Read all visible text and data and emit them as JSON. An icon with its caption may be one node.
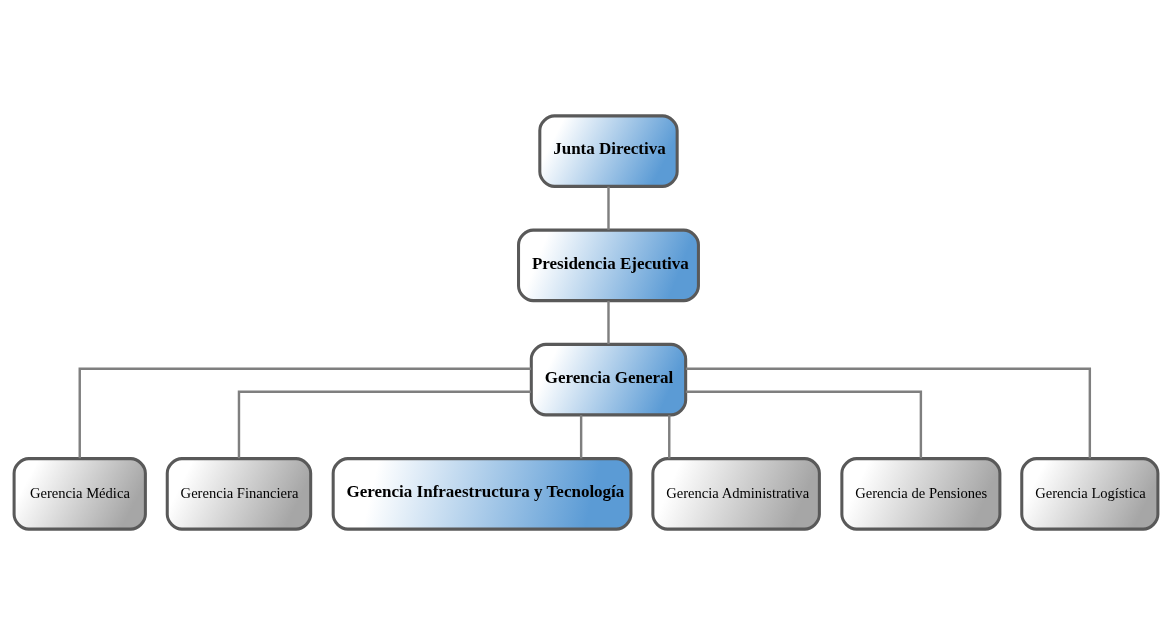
{
  "diagram": {
    "nodes": [
      {
        "text": [
          "Junta Directiva"
        ]
      },
      {
        "text": [
          "Presidencia Ejecutiva"
        ]
      },
      {
        "text": [
          "Gerencia General"
        ]
      },
      {
        "text": [
          "Gerencia Médica"
        ]
      },
      {
        "text": [
          "Gerencia Financiera"
        ]
      },
      {
        "text": [
          "Gerencia Infraestructura y Tecnología"
        ]
      },
      {
        "text": [
          "Gerencia Administrativa"
        ]
      },
      {
        "text": [
          "Gerencia de Pensiones"
        ]
      },
      {
        "text": [
          "Gerencia Logística"
        ]
      }
    ],
    "edges": [
      {
        "from": 0,
        "to": 1,
        "arrow": "none"
      },
      {
        "from": 1,
        "to": 2,
        "arrow": "none"
      },
      {
        "from": 2,
        "to": 3,
        "arrow": "none"
      },
      {
        "from": 2,
        "to": 4,
        "arrow": "none"
      },
      {
        "from": 2,
        "to": 5,
        "arrow": "none"
      },
      {
        "from": 2,
        "to": 6,
        "arrow": "none"
      },
      {
        "from": 2,
        "to": 7,
        "arrow": "none"
      },
      {
        "from": 2,
        "to": 8,
        "arrow": "none"
      }
    ]
  }
}
